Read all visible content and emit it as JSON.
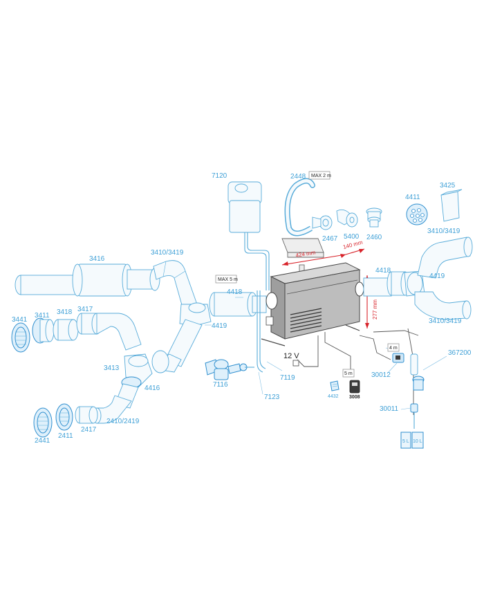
{
  "labels": {
    "p3416": "3416",
    "p3410a": "3410/3419",
    "p3441": "3441",
    "p3411": "3411",
    "p3418a": "3418",
    "p3417": "3417",
    "p3413": "3413",
    "p4416": "4416",
    "p4419a": "4419",
    "p4418a": "4418",
    "p2441": "2441",
    "p2411": "2411",
    "p2417": "2417",
    "p2410": "2410/2419",
    "p7116": "7116",
    "p7119": "7119",
    "p7123": "7123",
    "p7120": "7120",
    "p2448": "2448",
    "p2467": "2467",
    "p5400": "5400",
    "p2460": "2460",
    "p4411": "4411",
    "p3425": "3425",
    "p3410b": "3410/3419",
    "p4418b": "4418",
    "p4419b": "4419",
    "p3410c": "3410/3419",
    "p367200": "367200",
    "p30012": "30012",
    "p30011": "30011",
    "p4432": "4432",
    "p3008": "3008"
  },
  "tags": {
    "max2m": "MAX 2 m",
    "max5m": "MAX 5 m",
    "len5m": "5 m",
    "len4m": "4 m",
    "tank5l": "5 L",
    "tank10l": "10 L"
  },
  "dimensions": {
    "width": "424 mm",
    "depth": "140 mm",
    "height": "277 mm"
  },
  "power": "12 V",
  "colors": {
    "parts": "#3d9fd6",
    "dimension": "#d8232a",
    "unit": "#555555"
  }
}
